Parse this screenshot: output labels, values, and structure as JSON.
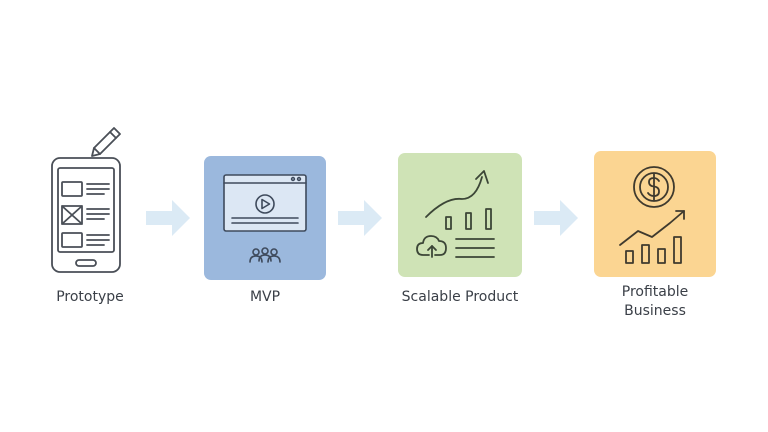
{
  "stages": [
    {
      "label": "Prototype",
      "icon": "smartphone-wireframe-icon"
    },
    {
      "label": "MVP",
      "icon": "video-player-with-users-icon",
      "card_color": "#9bb8dd"
    },
    {
      "label": "Scalable Product",
      "icon": "growth-chart-cloud-icon",
      "card_color": "#cfe3b6"
    },
    {
      "label_lines": [
        "Profitable",
        "Business"
      ],
      "icon": "dollar-growth-chart-icon",
      "card_color": "#fbd592"
    }
  ],
  "arrow_color": "#dbeaf5"
}
